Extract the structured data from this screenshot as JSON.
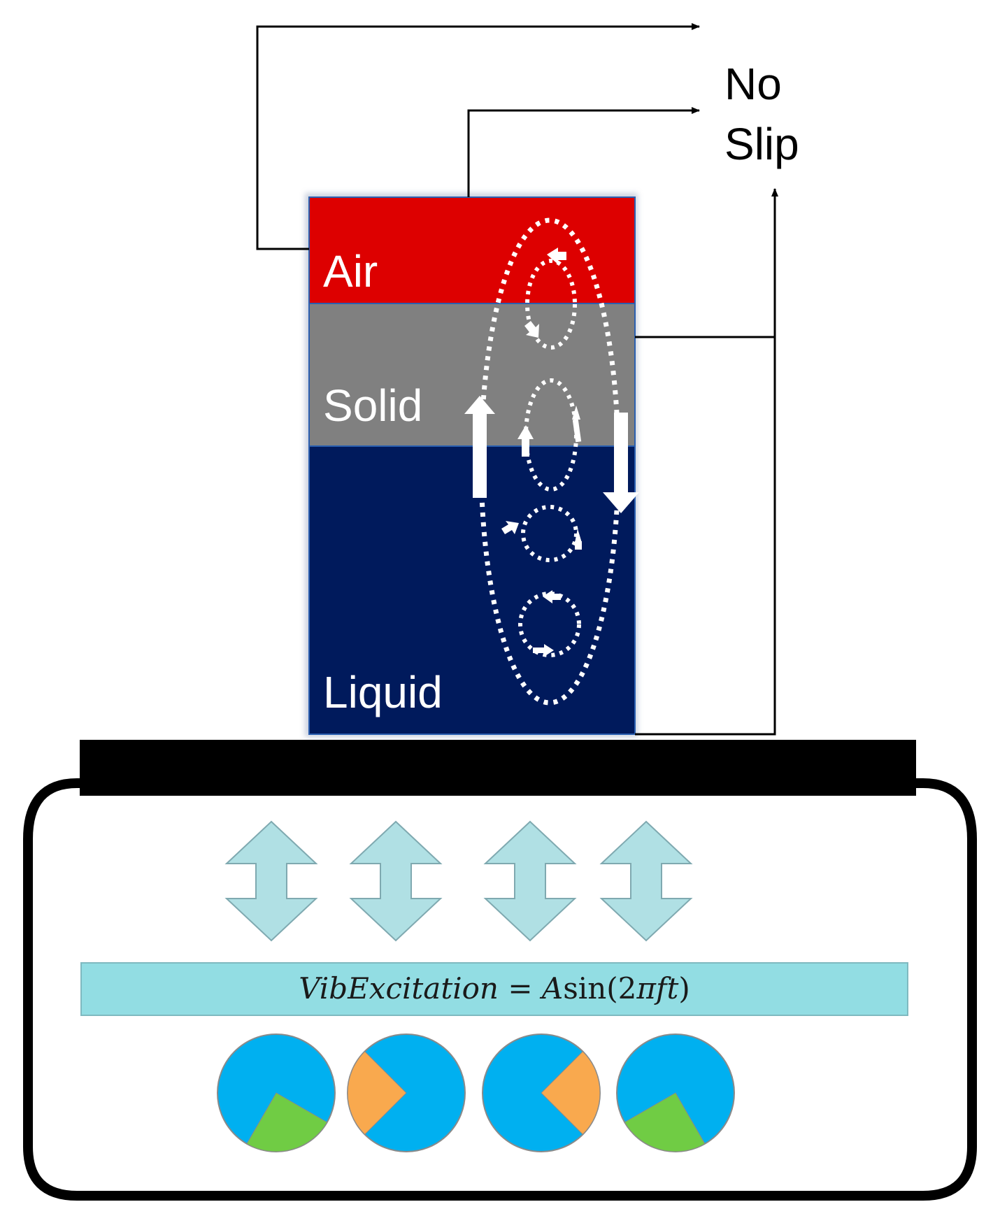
{
  "layers": {
    "air": {
      "label": "Air",
      "color": "#dd0000"
    },
    "solid": {
      "label": "Solid",
      "color": "#808080"
    },
    "liquid": {
      "label": "Liquid",
      "color": "#001a5c"
    }
  },
  "boundary": {
    "line1": "No",
    "line2": "Slip"
  },
  "excitation": {
    "formula_lhs": "VibExcitation",
    "formula_eq": " = ",
    "formula_amp": "A",
    "formula_sin": "sin(2",
    "formula_pi": "π",
    "formula_ft": "ft",
    "formula_close": ")",
    "bar_color": "#92dde3"
  },
  "colors": {
    "arrow_fill": "#b0e0e4",
    "arrow_stroke": "#7fa9b0",
    "pie_main": "#00b0f0",
    "pie_green": "#70cc44",
    "pie_orange": "#f9a94e",
    "platform": "#000000"
  },
  "wedges": [
    {
      "color": "green",
      "start_deg": 120,
      "end_deg": 210
    },
    {
      "color": "orange",
      "start_deg": 225,
      "end_deg": 315
    },
    {
      "color": "orange",
      "start_deg": 45,
      "end_deg": 135
    },
    {
      "color": "green",
      "start_deg": 150,
      "end_deg": 240
    }
  ]
}
